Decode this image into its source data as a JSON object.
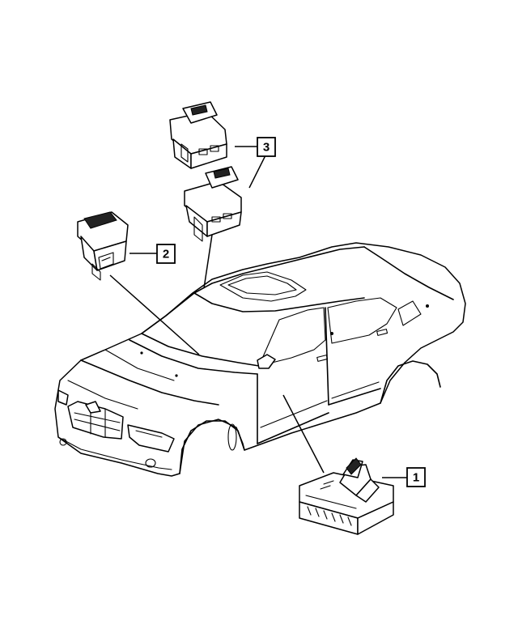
{
  "diagram": {
    "callouts": [
      {
        "id": "1",
        "label": "1",
        "part": "power-seat-switch"
      },
      {
        "id": "2",
        "label": "2",
        "part": "console-switch"
      },
      {
        "id": "3",
        "label": "3",
        "part": "heated-seat-switches"
      }
    ]
  }
}
